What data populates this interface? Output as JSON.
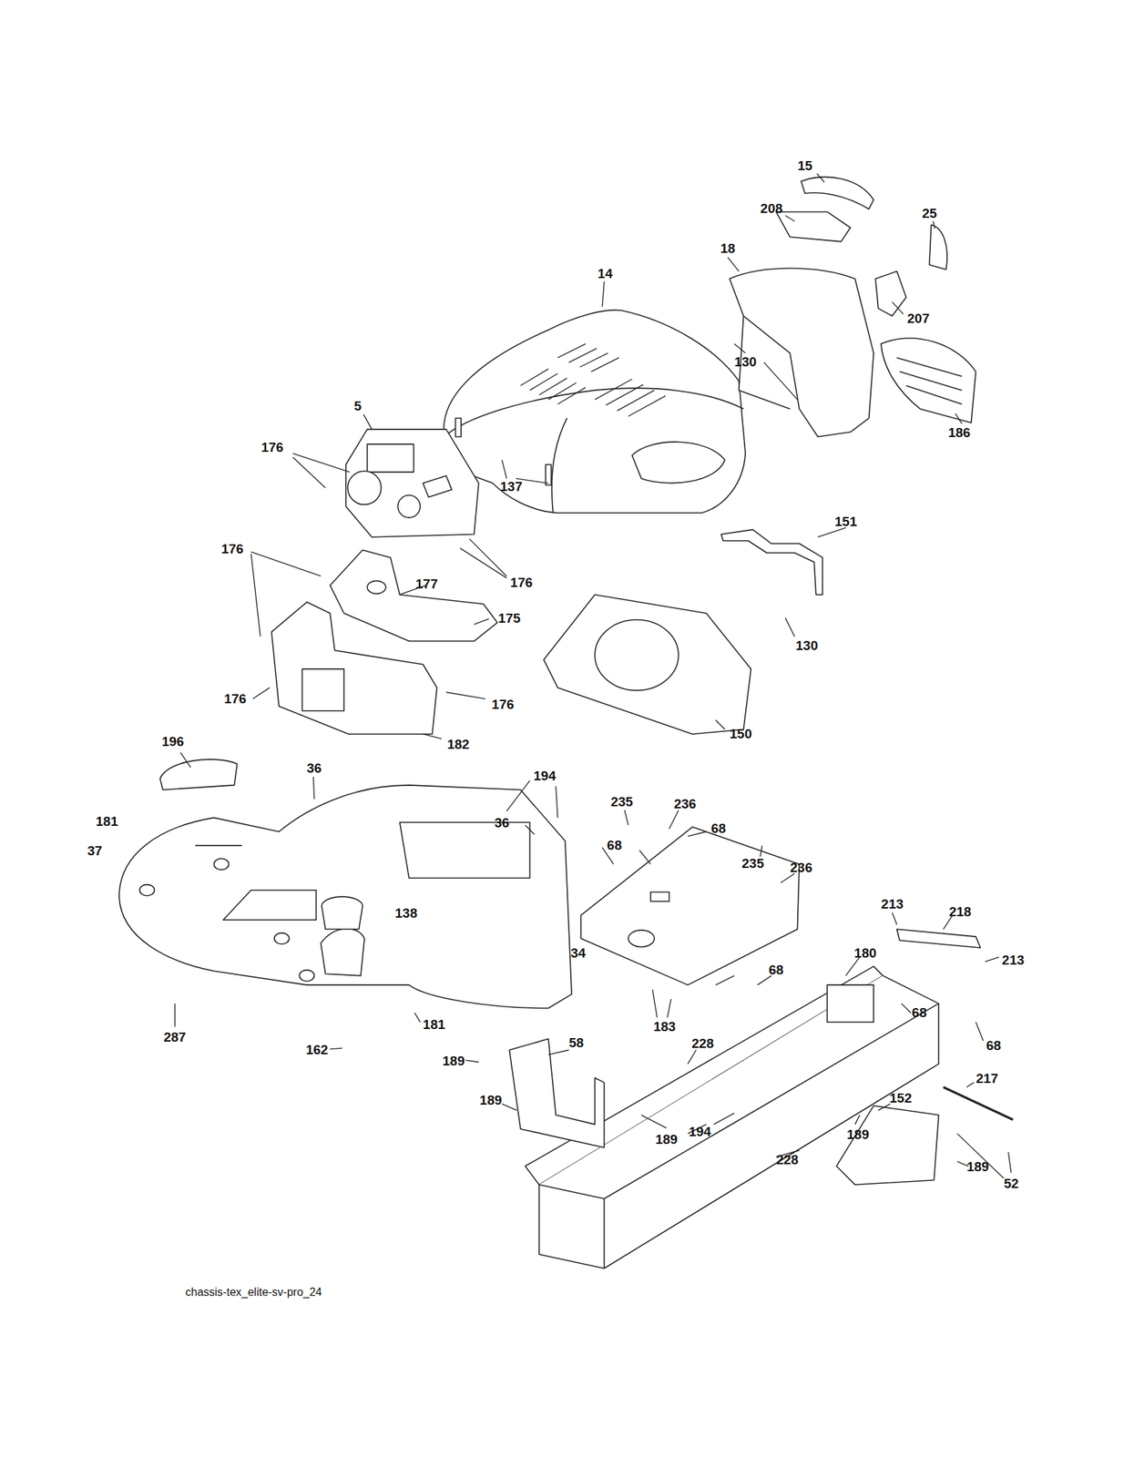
{
  "diagram": {
    "labels": [
      "15",
      "208",
      "25",
      "18",
      "14",
      "207",
      "130",
      "186",
      "5",
      "176",
      "137",
      "151",
      "176",
      "177",
      "176",
      "175",
      "130",
      "176",
      "176",
      "182",
      "150",
      "196",
      "36",
      "194",
      "235",
      "236",
      "181",
      "37",
      "36",
      "68",
      "68",
      "235",
      "236",
      "213",
      "218",
      "138",
      "213",
      "34",
      "180",
      "68",
      "68",
      "68",
      "183",
      "287",
      "181",
      "58",
      "228",
      "162",
      "189",
      "217",
      "189",
      "152",
      "194",
      "189",
      "189",
      "228",
      "189",
      "52",
      "chassis-tex_elite-sv-pro_24"
    ]
  }
}
